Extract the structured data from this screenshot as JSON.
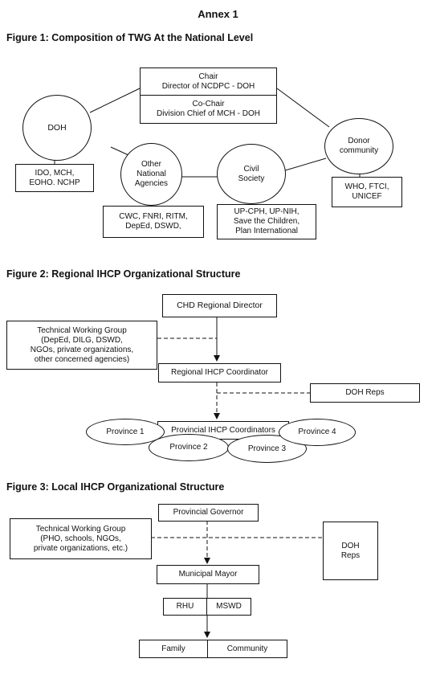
{
  "annex_title": "Annex 1",
  "fig1": {
    "title": "Figure 1: Composition of TWG At the National Level",
    "chair": "Chair\nDirector of NCDPC - DOH",
    "cochair": "Co-Chair\nDivision Chief of MCH - DOH",
    "doh": "DOH",
    "doh_members": "IDO, MCH,\nEOHO. NCHP",
    "other_agencies": "Other\nNational\nAgencies",
    "other_members": "CWC, FNRI, RITM,\nDepEd, DSWD,",
    "civil": "Civil\nSociety",
    "civil_members": "UP-CPH, UP-NIH,\nSave the Children,\nPlan International",
    "donor": "Donor\ncommunity",
    "donor_members": "WHO, FTCI,\nUNICEF"
  },
  "fig2": {
    "title": "Figure 2:  Regional IHCP Organizational Structure",
    "chd": "CHD Regional Director",
    "twg": "Technical Working Group\n(DepEd, DILG, DSWD,\nNGOs, private organizations,\nother concerned agencies)",
    "coordinator": "Regional IHCP Coordinator",
    "doh_reps": "DOH Reps",
    "provincial": "Provincial IHCP Coordinators",
    "province1": "Province 1",
    "province2": "Province 2",
    "province3": "Province 3",
    "province4": "Province 4"
  },
  "fig3": {
    "title": "Figure 3: Local IHCP Organizational Structure",
    "governor": "Provincial Governor",
    "twg": "Technical Working Group\n(PHO, schools, NGOs,\nprivate organizations, etc.)",
    "doh_reps": "DOH\nReps",
    "mayor": "Municipal Mayor",
    "rhu": "RHU",
    "mswd": "MSWD",
    "family": "Family",
    "community": "Community"
  }
}
